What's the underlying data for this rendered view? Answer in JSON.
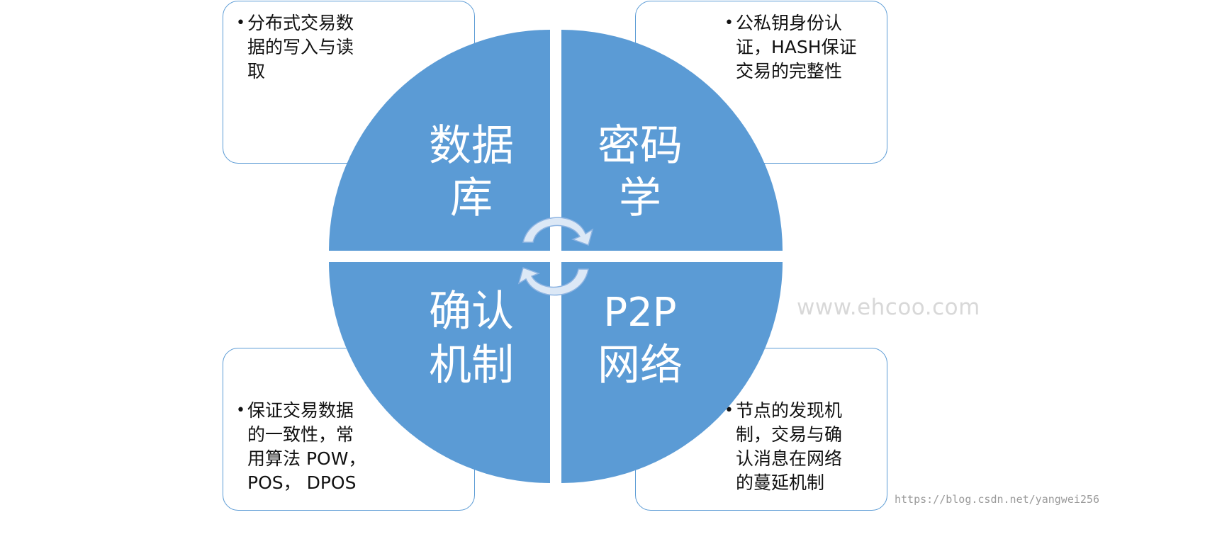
{
  "colors": {
    "quadrant_fill": "#5b9bd5",
    "box_border": "#5b9bd5",
    "arrow_fill": "#dce8f6",
    "arrow_stroke": "#8db4e2",
    "text": "#111111",
    "quadrant_text": "#ffffff"
  },
  "quadrants": {
    "top_left": {
      "line1": "数据",
      "line2": "库"
    },
    "top_right": {
      "line1": "密码",
      "line2": "学"
    },
    "bottom_left": {
      "line1": "确认",
      "line2": "机制"
    },
    "bottom_right": {
      "line1": "P2P",
      "line2": "网络"
    }
  },
  "boxes": {
    "top_left": {
      "bullet": "•",
      "text": "分布式交易数\n据的写入与读\n取"
    },
    "top_right": {
      "bullet": "•",
      "text": "公私钥身份认\n证，HASH保证\n交易的完整性"
    },
    "bottom_left": {
      "bullet": "•",
      "text": "保证交易数据\n的一致性，常\n用算法 POW，\nPOS，  DPOS"
    },
    "bottom_right": {
      "bullet": "•",
      "text": "节点的发现机\n制，交易与确\n认消息在网络\n的蔓延机制"
    }
  },
  "icons": {
    "top_arrow": "curved-arrow-clockwise-icon",
    "bottom_arrow": "curved-arrow-counterclockwise-icon"
  },
  "watermark": "www.ehcoo.com",
  "footer_url": "https://blog.csdn.net/yangwei256"
}
